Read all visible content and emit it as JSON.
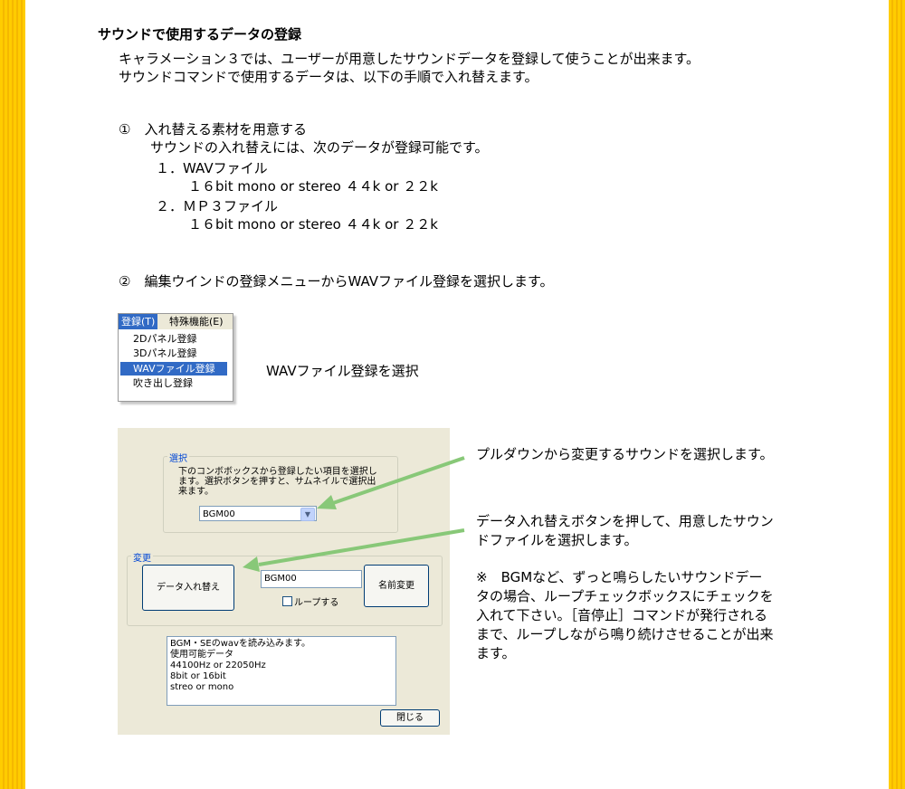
{
  "title": "サウンドで使用するデータの登録",
  "intro": [
    "キャラメーション３では、ユーザーが用意したサウンドデータを登録して使うことが出来ます。",
    "サウンドコマンドで使用するデータは、以下の手順で入れ替えます。"
  ],
  "step1": {
    "heading": "①　入れ替える素材を用意する",
    "desc": "サウンドの入れ替えには、次のデータが登録可能です。",
    "items": [
      {
        "label": "１．WAVファイル",
        "spec": "１６bit mono or stereo ４４k or ２２k"
      },
      {
        "label": "２．ＭＰ３ファイル",
        "spec": "１６bit mono or stereo ４４k or ２２k"
      }
    ]
  },
  "step2": {
    "heading": "②　編集ウインドの登録メニューからWAVファイル登録を選択します。"
  },
  "menu": {
    "bar": [
      "登録(T)",
      "特殊機能(E)"
    ],
    "items": [
      "2Dパネル登録",
      "3Dパネル登録",
      "WAVファイル登録",
      "吹き出し登録"
    ],
    "selected_index": 2
  },
  "menu_caption": "WAVファイル登録を選択",
  "dialog": {
    "select_group": "選択",
    "select_desc": [
      "下のコンボボックスから登録したい項目を選択し",
      "ます。選択ボタンを押すと、サムネイルで選択出",
      "来ます。"
    ],
    "combo_value": "BGM00",
    "change_group": "変更",
    "replace_button": "データ入れ替え",
    "name_value": "BGM00",
    "loop_label": "ループする",
    "rename_button": "名前変更",
    "info_lines": [
      "BGM・SEのwavを読み込みます。",
      "使用可能データ",
      "44100Hz or 22050Hz",
      "8bit or 16bit",
      "streo or mono"
    ],
    "close_button": "閉じる"
  },
  "callouts": {
    "pulldown": "プルダウンから変更するサウンドを選択します。",
    "replace": [
      "データ入れ替えボタンを押して、用意したサウン",
      "ドファイルを選択します。"
    ],
    "note": [
      "※　BGMなど、ずっと鳴らしたいサウンドデー",
      "タの場合、ループチェックボックスにチェックを",
      "入れて下さい。［音停止］コマンドが発行される",
      "まで、ループしながら鳴り続けさせることが出来",
      "ます。"
    ]
  },
  "colors": {
    "frame": "#ffcc00",
    "arrow": "#88c878",
    "menu_highlight": "#316ac5",
    "group_label": "#0046d5"
  }
}
